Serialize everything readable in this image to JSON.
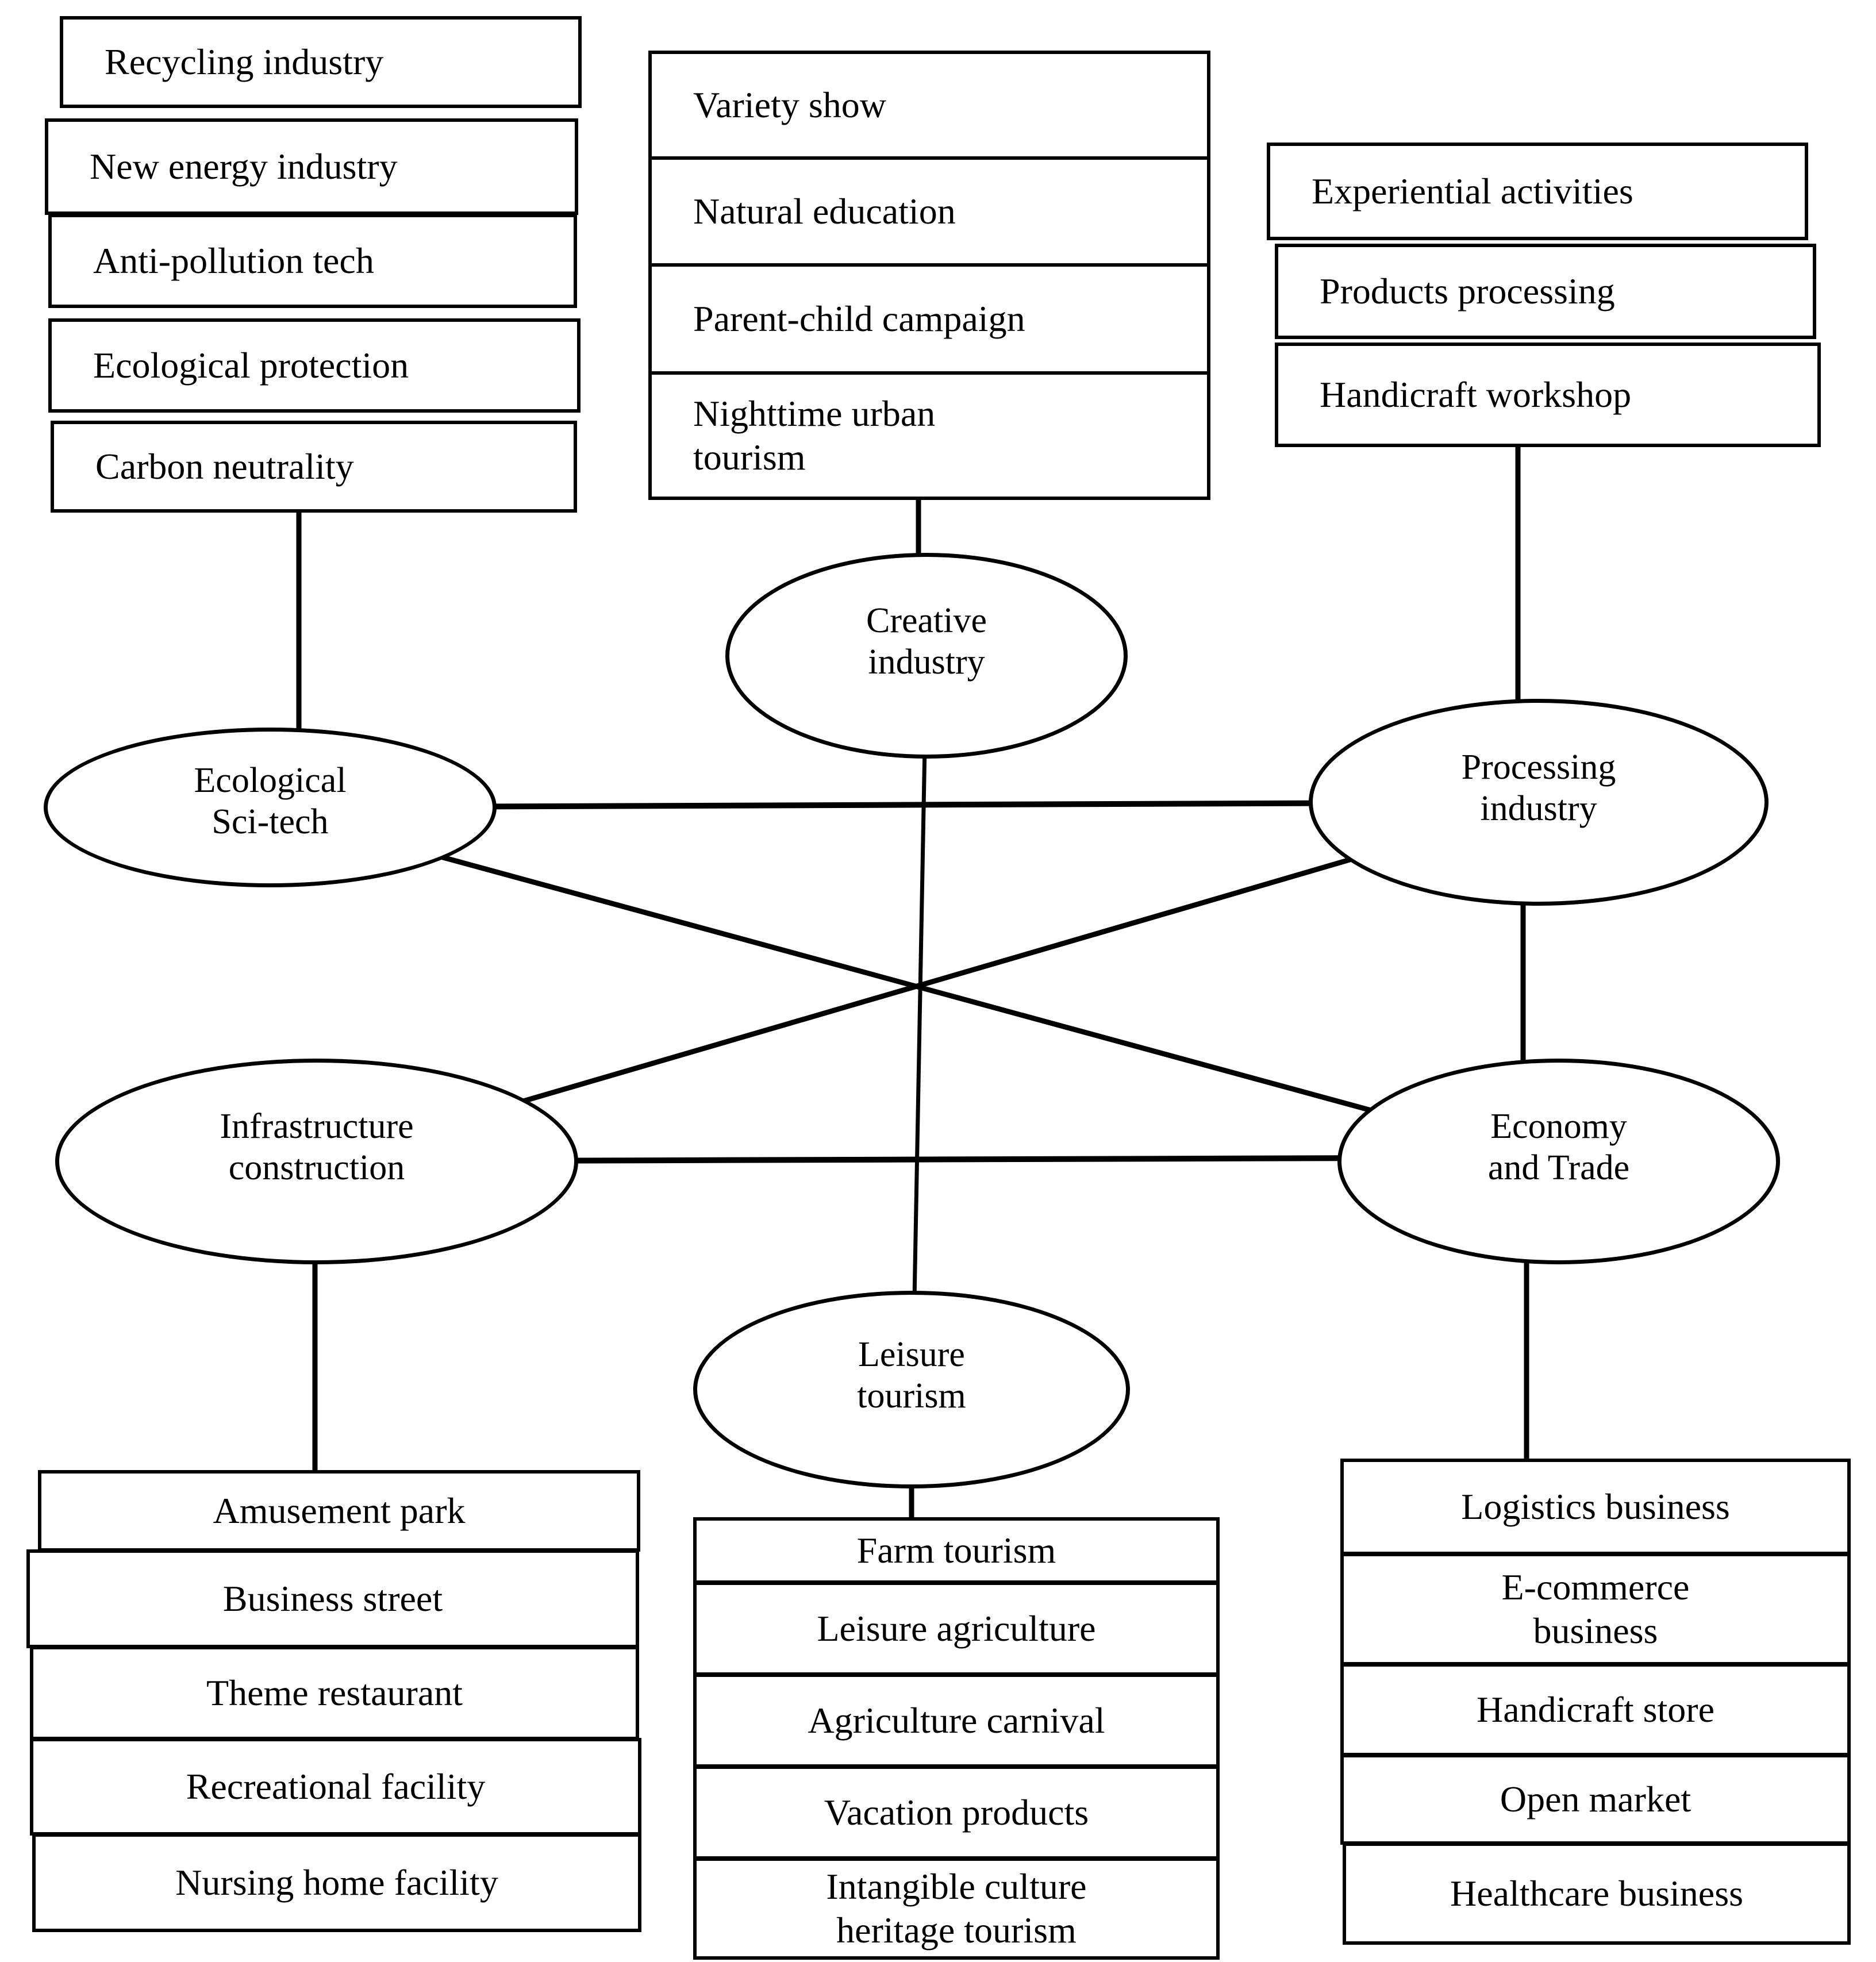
{
  "figure": {
    "colors": {
      "stroke": "#000000",
      "background": "#ffffff"
    },
    "nodes": {
      "ecological_sci_tech": "Ecological\nSci-tech",
      "creative_industry": "Creative\nindustry",
      "processing_industry": "Processing\nindustry",
      "infrastructure_construction": "Infrastructure\nconstruction",
      "economy_and_trade": "Economy\nand Trade",
      "leisure_tourism": "Leisure\ntourism"
    },
    "top_left_items": [
      "Recycling industry",
      "New energy industry",
      "Anti-pollution tech",
      "Ecological protection",
      "Carbon neutrality"
    ],
    "top_middle_items": [
      "Variety show",
      "Natural education",
      "Parent-child campaign",
      "Nighttime urban\ntourism"
    ],
    "top_right_items": [
      "Experiential activities",
      "Products processing",
      "Handicraft workshop"
    ],
    "bottom_left_items": [
      "Amusement park",
      "Business street",
      "Theme restaurant",
      "Recreational facility",
      "Nursing home facility"
    ],
    "bottom_middle_items": [
      "Farm tourism",
      "Leisure agriculture",
      "Agriculture carnival",
      "Vacation products",
      "Intangible culture\nheritage tourism"
    ],
    "bottom_right_items": [
      "Logistics business",
      "E-commerce\nbusiness",
      "Handicraft store",
      "Open market",
      "Healthcare business"
    ]
  }
}
